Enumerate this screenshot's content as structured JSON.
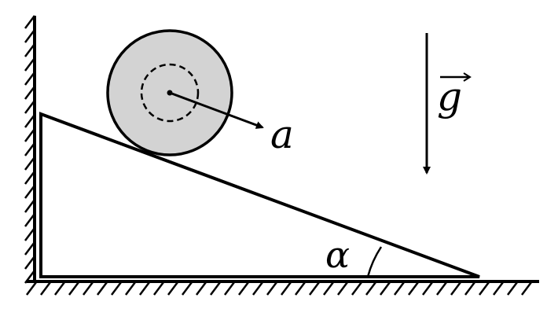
{
  "labels": {
    "acceleration": "a",
    "gravity": "g",
    "angle": "α"
  },
  "colors": {
    "cylinder_fill": "#d3d3d3",
    "ink": "#000000"
  }
}
